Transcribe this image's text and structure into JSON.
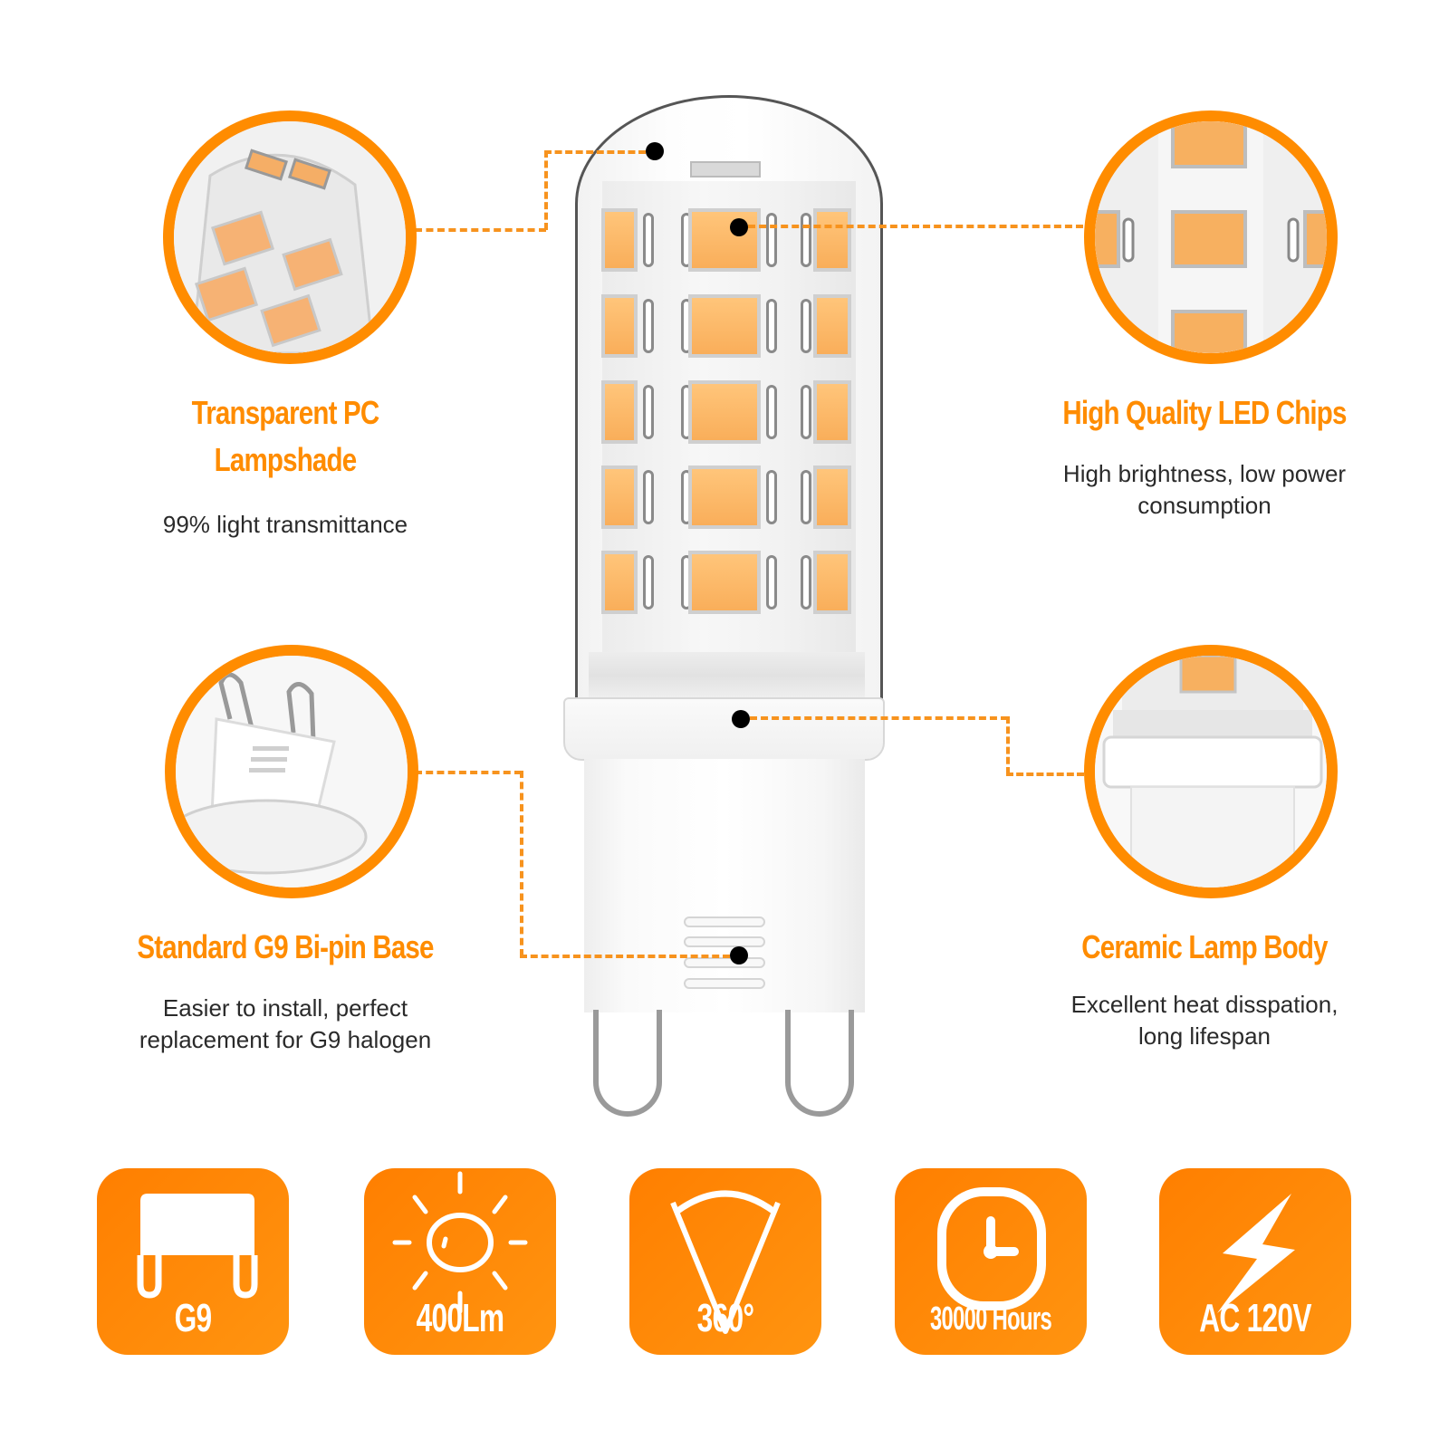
{
  "colors": {
    "accent": "#FF8C00",
    "dash": "#F7931E",
    "chip": "#F9AE5A",
    "text": "#2a2a2a",
    "marker": "#000000"
  },
  "features": [
    {
      "id": "lampshade",
      "title_line1": "Transparent PC",
      "title_line2": "Lampshade",
      "desc_line1": "99% light transmittance",
      "desc_line2": ""
    },
    {
      "id": "led-chips",
      "title_line1": "High Quality LED Chips",
      "title_line2": "",
      "desc_line1": "High brightness, low power",
      "desc_line2": "consumption"
    },
    {
      "id": "base",
      "title_line1": "Standard G9 Bi-pin Base",
      "title_line2": "",
      "desc_line1": "Easier to install, perfect",
      "desc_line2": "replacement for G9 halogen"
    },
    {
      "id": "ceramic-body",
      "title_line1": "Ceramic Lamp Body",
      "title_line2": "",
      "desc_line1": "Excellent heat disspation,",
      "desc_line2": "long lifespan"
    }
  ],
  "specs": [
    {
      "icon": "g9-base-icon",
      "label": "G9"
    },
    {
      "icon": "sun-icon",
      "label": "400Lm"
    },
    {
      "icon": "beam-angle-icon",
      "label": "360°"
    },
    {
      "icon": "clock-icon",
      "label": "30000 Hours"
    },
    {
      "icon": "lightning-bolt-icon",
      "label": "AC 120V"
    }
  ]
}
